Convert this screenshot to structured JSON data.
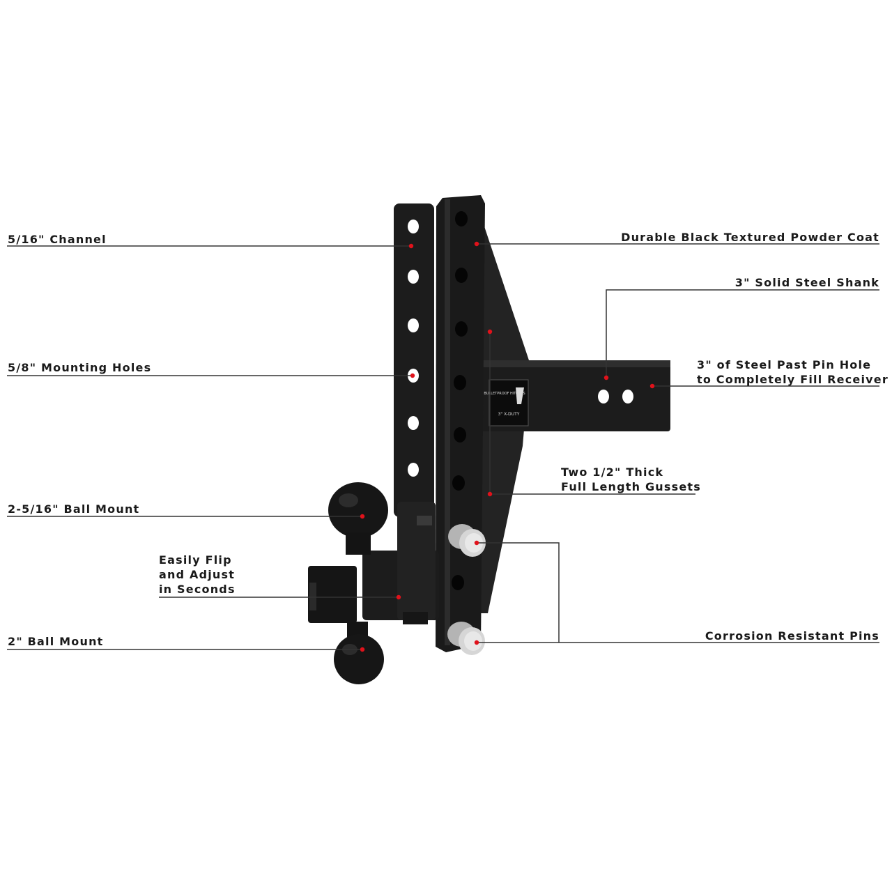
{
  "colors": {
    "background": "#ffffff",
    "metal": "#1c1c1c",
    "metal_highlight": "#2e2e2e",
    "hole": "#ffffff",
    "leader_line": "#333333",
    "marker_dot": "#e0121b",
    "pin": "#c8c8c8",
    "text": "#1a1a1a"
  },
  "product_label": {
    "plate_text_1": "BULLETPROOF HITCHES",
    "plate_text_2": "3\" X-DUTY"
  },
  "callouts": {
    "channel": "5/16\" Channel",
    "mounting_holes": "5/8\" Mounting Holes",
    "ball_mount_large": "2-5/16\" Ball Mount",
    "flip_adjust": [
      "Easily Flip",
      "and Adjust",
      "in Seconds"
    ],
    "ball_mount_small": "2\" Ball Mount",
    "powder_coat": "Durable Black Textured Powder Coat",
    "solid_shank": "3\" Solid Steel Shank",
    "steel_past_pin": [
      "3\" of Steel Past Pin Hole",
      "to Completely Fill Receiver"
    ],
    "gussets": [
      "Two 1/2\" Thick",
      "Full Length Gussets"
    ],
    "pins": "Corrosion Resistant Pins"
  }
}
